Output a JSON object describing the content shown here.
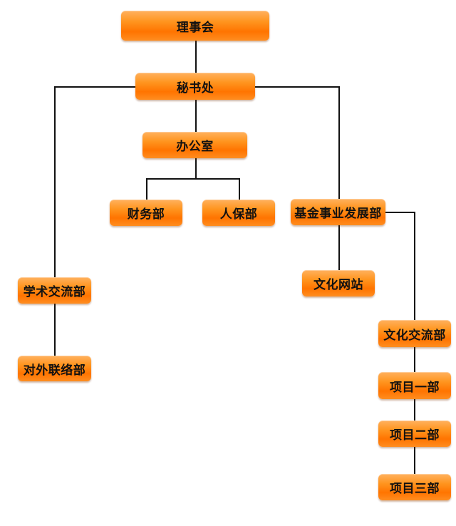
{
  "organization_chart": {
    "council": "理事会",
    "secretariat": "秘书处",
    "office": "办公室",
    "finance_dept": "财务部",
    "personnel_dept": "人保部",
    "foundation_development_dept": "基金事业发展部",
    "culture_website": "文化网站",
    "academic_exchange_dept": "学术交流部",
    "external_liaison_dept": "对外联络部",
    "culture_exchange_dept": "文化交流部",
    "project_dept_1": "项目一部",
    "project_dept_2": "项目二部",
    "project_dept_3": "项目三部"
  },
  "colors": {
    "node_fill": "#ff8a12",
    "node_highlight": "#ffb15f",
    "connector": "#111111"
  }
}
